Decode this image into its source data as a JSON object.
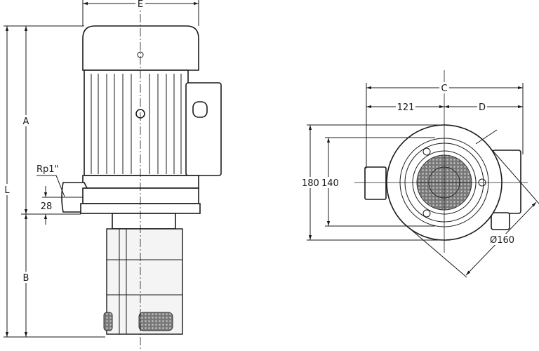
{
  "side_view": {
    "dimensions": {
      "E": "E",
      "A": "A",
      "L": "L",
      "B": "B",
      "inlet": "Rp1\"",
      "inlet_height": "28"
    }
  },
  "top_view": {
    "dimensions": {
      "C": "C",
      "left_offset": "121",
      "D": "D",
      "outer_height": "180",
      "bolt_height": "140",
      "diameter": "Ø160"
    }
  }
}
